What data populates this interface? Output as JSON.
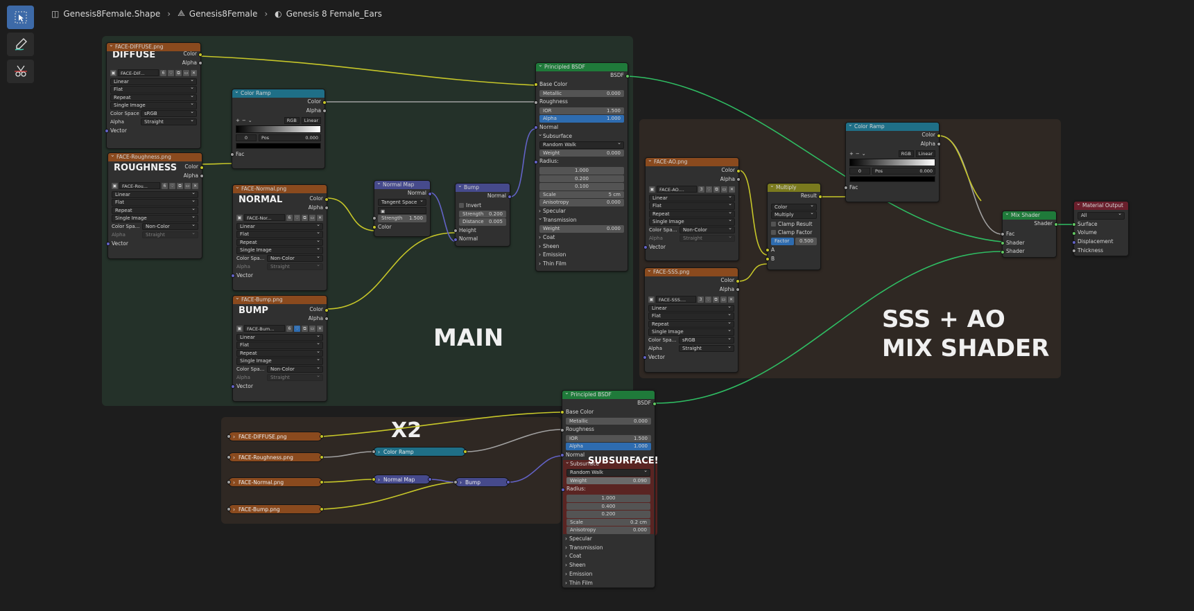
{
  "breadcrumb": {
    "object": "Genesis8Female.Shape",
    "mesh": "Genesis8Female",
    "material": "Genesis 8 Female_Ears"
  },
  "toolbar": {
    "select_icon": "select-box-icon",
    "annotate_icon": "annotate-icon",
    "cut_icon": "links-cut-icon"
  },
  "frames": {
    "main": "MAIN",
    "sss": "SSS + AO\nMIX SHADER",
    "x2": "X2",
    "subsurface": "SUBSURFACE!"
  },
  "img_diffuse": {
    "title": "FACE-DIFFUSE.png",
    "label": "DIFFUSE",
    "out1": "Color",
    "out2": "Alpha",
    "file": "FACE-DIF...",
    "users": "6",
    "interp": "Linear",
    "proj": "Flat",
    "ext": "Repeat",
    "src": "Single Image",
    "cs_label": "Color Space",
    "cs": "sRGB",
    "alpha_label": "Alpha",
    "alpha": "Straight",
    "vector": "Vector"
  },
  "img_rough": {
    "title": "FACE-Roughness.png",
    "label": "ROUGHNESS",
    "out1": "Color",
    "out2": "Alpha",
    "file": "FACE-Rou...",
    "users": "6",
    "interp": "Linear",
    "proj": "Flat",
    "ext": "Repeat",
    "src": "Single Image",
    "cs_label": "Color Spa...",
    "cs": "Non-Color",
    "alpha_label": "Alpha",
    "alpha": "Straight",
    "vector": "Vector"
  },
  "img_normal": {
    "title": "FACE-Normal.png",
    "label": "NORMAL",
    "out1": "Color",
    "out2": "Alpha",
    "file": "FACE-Nor...",
    "users": "6",
    "interp": "Linear",
    "proj": "Flat",
    "ext": "Repeat",
    "src": "Single Image",
    "cs_label": "Color Spa...",
    "cs": "Non-Color",
    "alpha_label": "Alpha",
    "alpha": "Straight",
    "vector": "Vector"
  },
  "img_bump": {
    "title": "FACE-Bump.png",
    "label": "BUMP",
    "out1": "Color",
    "out2": "Alpha",
    "file": "FACE-Bum...",
    "users": "6",
    "interp": "Linear",
    "proj": "Flat",
    "ext": "Repeat",
    "src": "Single Image",
    "cs_label": "Color Spa...",
    "cs": "Non-Color",
    "alpha_label": "Alpha",
    "alpha": "Straight",
    "vector": "Vector"
  },
  "ramp1": {
    "title": "Color Ramp",
    "out1": "Color",
    "out2": "Alpha",
    "mode": "RGB",
    "interp": "Linear",
    "idx": "0",
    "pos_label": "Pos",
    "pos": "0.000",
    "fac": "Fac"
  },
  "normalmap": {
    "title": "Normal Map",
    "out": "Normal",
    "space": "Tangent Space",
    "strength_label": "Strength",
    "strength": "1.500",
    "color": "Color"
  },
  "bump": {
    "title": "Bump",
    "out": "Normal",
    "invert": "Invert",
    "strength_label": "Strength",
    "strength": "0.200",
    "distance_label": "Distance",
    "distance": "0.005",
    "height": "Height",
    "normal": "Normal"
  },
  "bsdf1": {
    "title": "Principled BSDF",
    "out": "BSDF",
    "base": "Base Color",
    "metallic_label": "Metallic",
    "metallic": "0.000",
    "roughness": "Roughness",
    "ior_label": "IOR",
    "ior": "1.500",
    "alpha_label": "Alpha",
    "alpha": "1.000",
    "normal": "Normal",
    "subsurface": "Subsurface",
    "method": "Random Walk",
    "weight_label": "Weight",
    "weight": "0.000",
    "radius": "Radius:",
    "r1": "1.000",
    "r2": "0.200",
    "r3": "0.100",
    "scale_label": "Scale",
    "scale": "5 cm",
    "aniso_label": "Anisotropy",
    "aniso": "0.000",
    "specular": "Specular",
    "transmission": "Transmission",
    "tweight_label": "Weight",
    "tweight": "0.000",
    "coat": "Coat",
    "sheen": "Sheen",
    "emission": "Emission",
    "thinfilm": "Thin Film"
  },
  "img_ao": {
    "title": "FACE-AO.png",
    "out1": "Color",
    "out2": "Alpha",
    "file": "FACE-AO....",
    "users": "3",
    "interp": "Linear",
    "proj": "Flat",
    "ext": "Repeat",
    "src": "Single Image",
    "cs_label": "Color Spa...",
    "cs": "Non-Color",
    "alpha_label": "Alpha",
    "alpha": "Straight",
    "vector": "Vector"
  },
  "img_sss": {
    "title": "FACE-SSS.png",
    "out1": "Color",
    "out2": "Alpha",
    "file": "FACE-SSS....",
    "users": "3",
    "interp": "Linear",
    "proj": "Flat",
    "ext": "Repeat",
    "src": "Single Image",
    "cs_label": "Color Spa...",
    "cs": "sRGB",
    "alpha_label": "Alpha",
    "alpha": "Straight",
    "vector": "Vector"
  },
  "multiply": {
    "title": "Multiply",
    "out": "Result",
    "type": "Color",
    "blend": "Multiply",
    "clamp_result": "Clamp Result",
    "clamp_factor": "Clamp Factor",
    "factor_label": "Factor",
    "factor": "0.500",
    "a": "A",
    "b": "B"
  },
  "ramp2": {
    "title": "Color Ramp",
    "out1": "Color",
    "out2": "Alpha",
    "mode": "RGB",
    "interp": "Linear",
    "idx": "0",
    "pos_label": "Pos",
    "pos": "0.000",
    "fac": "Fac"
  },
  "mix": {
    "title": "Mix Shader",
    "out": "Shader",
    "fac": "Fac",
    "s1": "Shader",
    "s2": "Shader"
  },
  "matout": {
    "title": "Material Output",
    "target": "All",
    "surface": "Surface",
    "volume": "Volume",
    "displacement": "Displacement",
    "thickness": "Thickness"
  },
  "collapsed": {
    "diffuse": "FACE-DIFFUSE.png",
    "rough": "FACE-Roughness.png",
    "normal": "FACE-Normal.png",
    "bump_img": "FACE-Bump.png",
    "ramp": "Color Ramp",
    "nmap": "Normal Map",
    "bump": "Bump"
  },
  "bsdf2": {
    "title": "Principled BSDF",
    "out": "BSDF",
    "base": "Base Color",
    "metallic_label": "Metallic",
    "metallic": "0.000",
    "roughness": "Roughness",
    "ior_label": "IOR",
    "ior": "1.500",
    "alpha_label": "Alpha",
    "alpha": "1.000",
    "normal": "Normal",
    "subsurface": "Subsurface",
    "method": "Random Walk",
    "weight_label": "Weight",
    "weight": "0.090",
    "radius": "Radius:",
    "r1": "1.000",
    "r2": "0.400",
    "r3": "0.200",
    "scale_label": "Scale",
    "scale": "0.2 cm",
    "aniso_label": "Anisotropy",
    "aniso": "0.000",
    "specular": "Specular",
    "transmission": "Transmission",
    "coat": "Coat",
    "sheen": "Sheen",
    "emission": "Emission",
    "thinfilm": "Thin Film"
  }
}
